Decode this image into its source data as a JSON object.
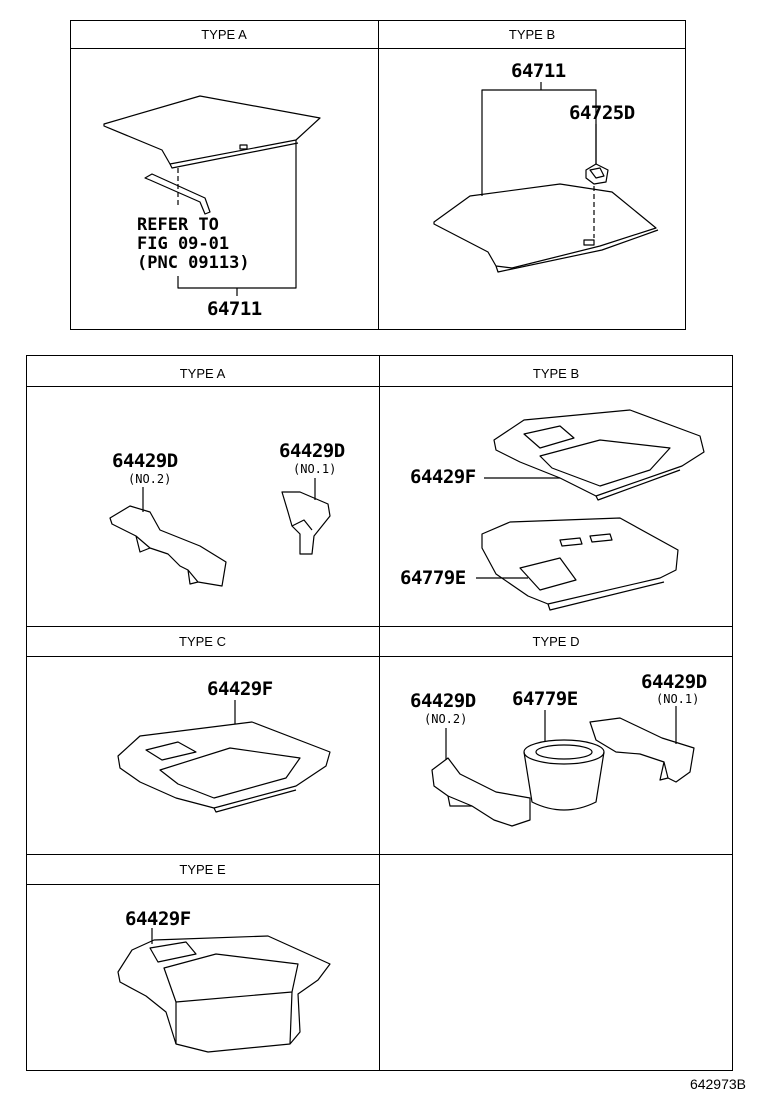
{
  "top_panel": {
    "type_a": {
      "header": "TYPE A",
      "note": [
        "REFER TO",
        "FIG 09-01",
        "(PNC 09113)"
      ],
      "part": "64711"
    },
    "type_b": {
      "header": "TYPE B",
      "part_main": "64711",
      "part_hook": "64725D"
    }
  },
  "bottom_panel": {
    "type_a": {
      "header": "TYPE A",
      "part_left": "64429D",
      "part_left_sub": "(NO.2)",
      "part_right": "64429D",
      "part_right_sub": "(NO.1)"
    },
    "type_b": {
      "header": "TYPE B",
      "part_upper": "64429F",
      "part_lower": "64779E"
    },
    "type_c": {
      "header": "TYPE C",
      "part": "64429F"
    },
    "type_d": {
      "header": "TYPE D",
      "part_left": "64429D",
      "part_left_sub": "(NO.2)",
      "part_center": "64779E",
      "part_right": "64429D",
      "part_right_sub": "(NO.1)"
    },
    "type_e": {
      "header": "TYPE E",
      "part": "64429F"
    }
  },
  "footer": {
    "figure_code": "642973B"
  }
}
